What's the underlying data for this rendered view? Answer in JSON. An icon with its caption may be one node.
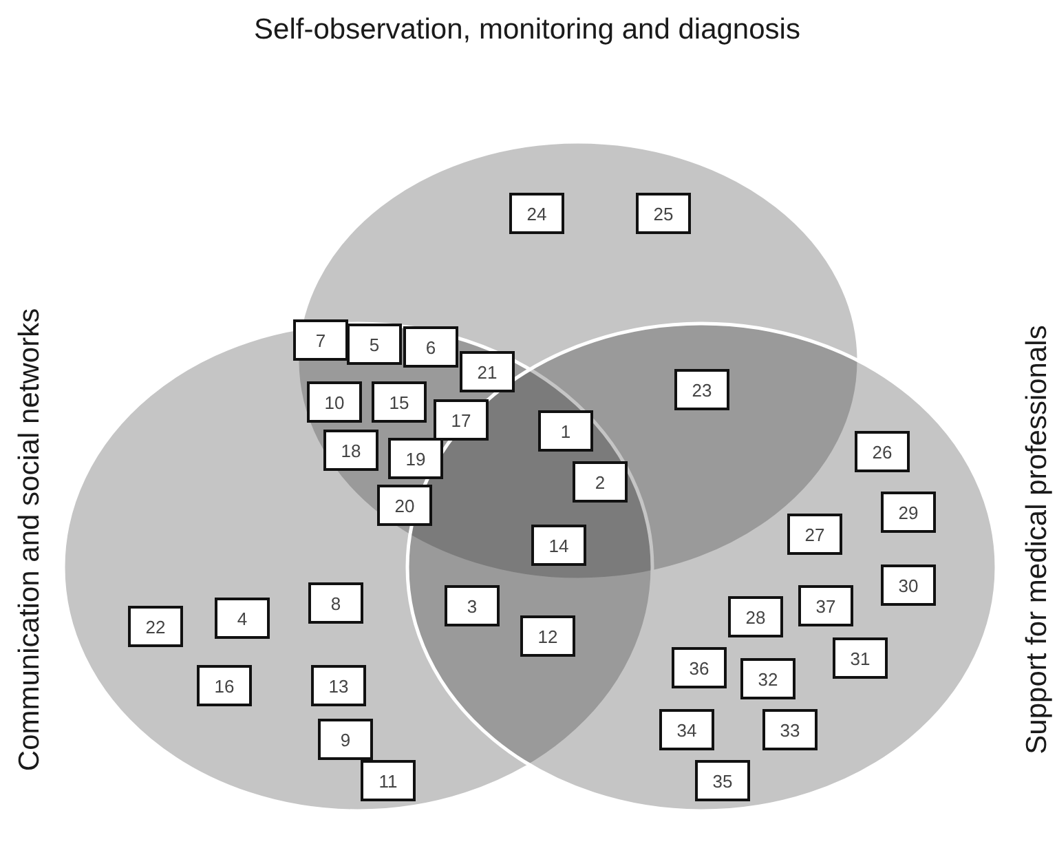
{
  "diagram": {
    "nodes": [
      {
        "text": [
          "Self-observation, monitoring and diagnosis"
        ]
      },
      {
        "text": [
          "Communication and social networks"
        ]
      },
      {
        "text": [
          "Support for medical professionals"
        ]
      },
      {
        "text": [
          "24"
        ],
        "in": 0
      },
      {
        "text": [
          "25"
        ],
        "in": 0
      },
      {
        "text": [
          "7"
        ]
      },
      {
        "text": [
          "5"
        ]
      },
      {
        "text": [
          "6"
        ]
      },
      {
        "text": [
          "21"
        ]
      },
      {
        "text": [
          "23"
        ]
      },
      {
        "text": [
          "10"
        ]
      },
      {
        "text": [
          "15"
        ]
      },
      {
        "text": [
          "17"
        ]
      },
      {
        "text": [
          "1"
        ]
      },
      {
        "text": [
          "18"
        ]
      },
      {
        "text": [
          "26"
        ],
        "in": 2
      },
      {
        "text": [
          "19"
        ]
      },
      {
        "text": [
          "2"
        ]
      },
      {
        "text": [
          "20"
        ]
      },
      {
        "text": [
          "29"
        ],
        "in": 2
      },
      {
        "text": [
          "27"
        ],
        "in": 2
      },
      {
        "text": [
          "14"
        ]
      },
      {
        "text": [
          "30"
        ],
        "in": 2
      },
      {
        "text": [
          "8"
        ],
        "in": 1
      },
      {
        "text": [
          "3"
        ]
      },
      {
        "text": [
          "37"
        ],
        "in": 2
      },
      {
        "text": [
          "28"
        ],
        "in": 2
      },
      {
        "text": [
          "4"
        ],
        "in": 1
      },
      {
        "text": [
          "22"
        ],
        "in": 1
      },
      {
        "text": [
          "12"
        ]
      },
      {
        "text": [
          "31"
        ],
        "in": 2
      },
      {
        "text": [
          "36"
        ],
        "in": 2
      },
      {
        "text": [
          "32"
        ],
        "in": 2
      },
      {
        "text": [
          "16"
        ],
        "in": 1
      },
      {
        "text": [
          "13"
        ],
        "in": 1
      },
      {
        "text": [
          "34"
        ],
        "in": 2
      },
      {
        "text": [
          "33"
        ],
        "in": 2
      },
      {
        "text": [
          "9"
        ],
        "in": 1
      },
      {
        "text": [
          "35"
        ],
        "in": 2
      },
      {
        "text": [
          "11"
        ],
        "in": 1
      }
    ]
  }
}
